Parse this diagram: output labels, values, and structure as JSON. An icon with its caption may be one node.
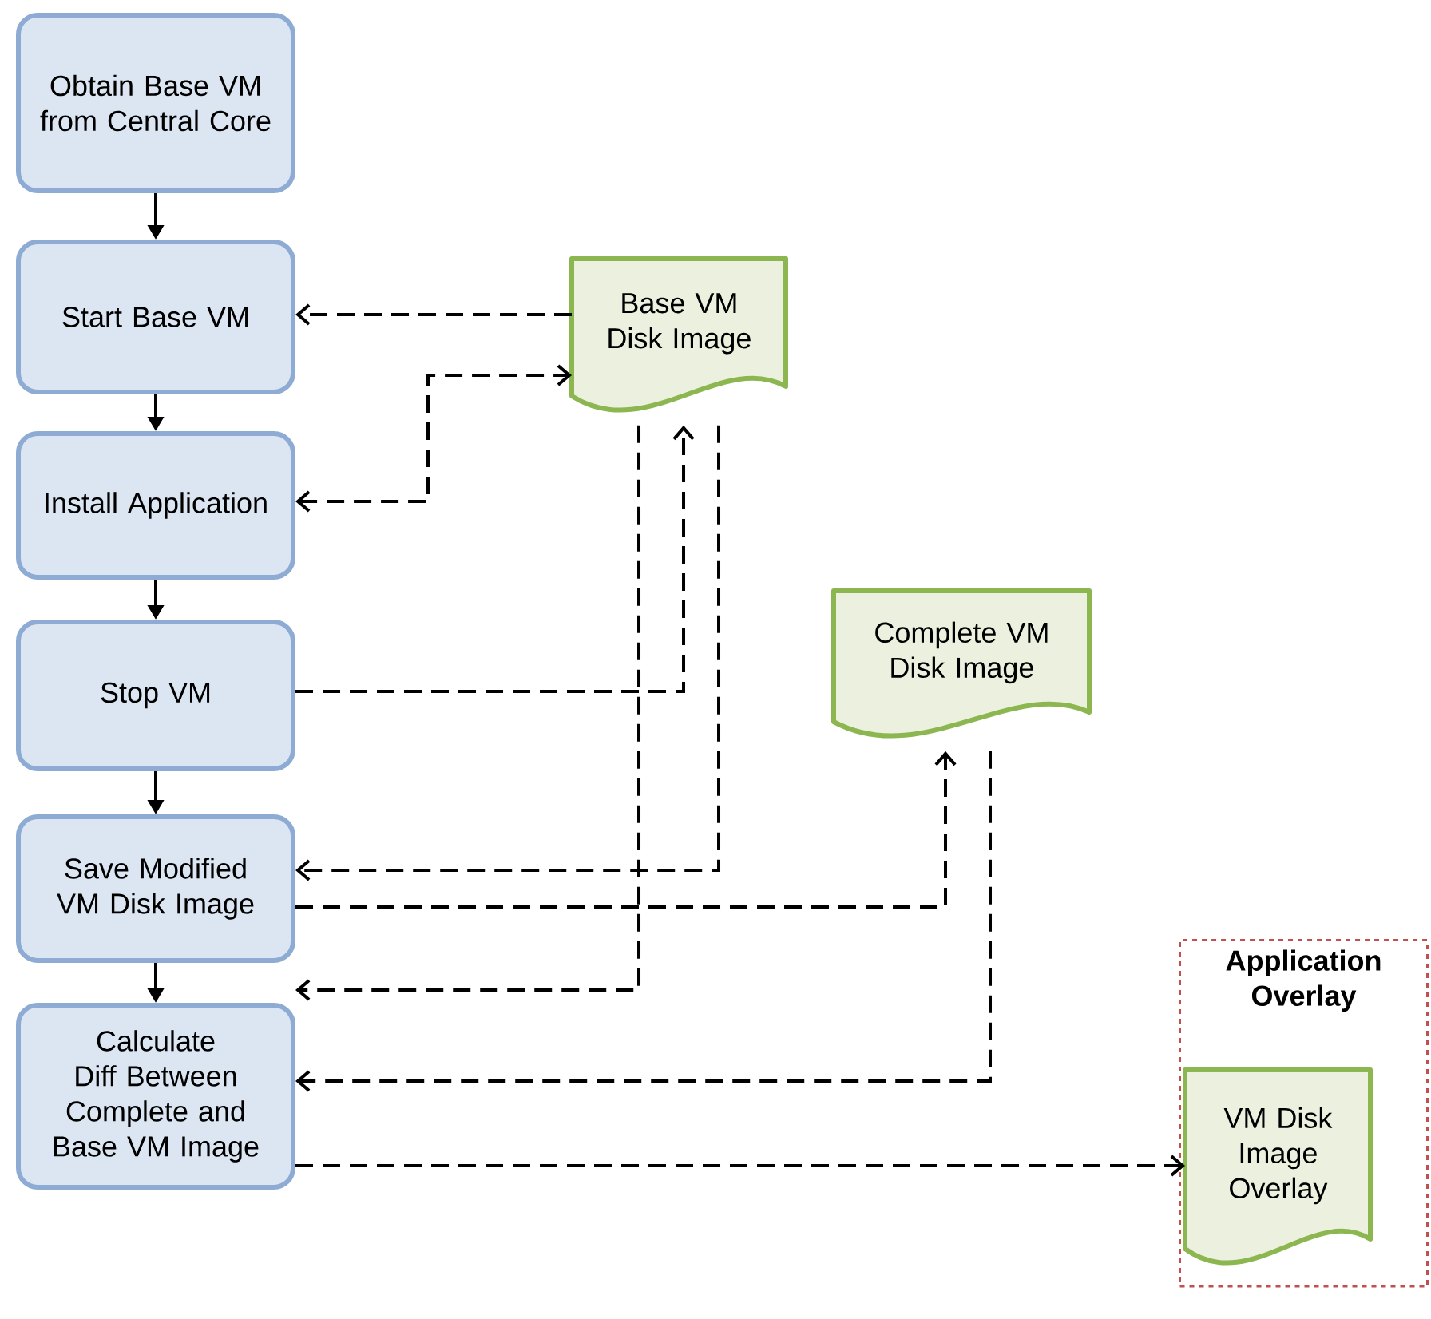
{
  "diagram": {
    "nodes": [
      {
        "text": [
          "Obtain Base VM from Central Core"
        ]
      },
      {
        "text": [
          "Start Base VM"
        ]
      },
      {
        "text": [
          "Install Application"
        ]
      },
      {
        "text": [
          "Stop VM"
        ]
      },
      {
        "text": [
          "Save Modified VM Disk Image"
        ]
      },
      {
        "text": [
          "Calculate Diff Between Complete and Base VM Image"
        ]
      },
      {
        "text": [
          "Base VM Disk Image"
        ]
      },
      {
        "text": [
          "Complete VM Disk Image"
        ]
      },
      {
        "text": [
          "Application Overlay"
        ]
      },
      {
        "text": [
          "VM Disk Image Overlay"
        ],
        "in": 8
      }
    ],
    "edges": [
      {
        "from": 0,
        "to": 1,
        "arrow": "to"
      },
      {
        "from": 1,
        "to": 2,
        "arrow": "to"
      },
      {
        "from": 2,
        "to": 3,
        "arrow": "to"
      },
      {
        "from": 3,
        "to": 4,
        "arrow": "to"
      },
      {
        "from": 4,
        "to": 5,
        "arrow": "to"
      },
      {
        "from": 6,
        "to": 1,
        "arrow": "to",
        "style": "dashed"
      },
      {
        "from": 2,
        "to": 6,
        "arrow": "both",
        "style": "dashed"
      },
      {
        "from": 3,
        "to": 6,
        "arrow": "to",
        "style": "dashed"
      },
      {
        "from": 6,
        "to": 4,
        "arrow": "to",
        "style": "dashed"
      },
      {
        "from": 4,
        "to": 7,
        "arrow": "to",
        "style": "dashed"
      },
      {
        "from": 6,
        "to": 5,
        "arrow": "to",
        "style": "dashed"
      },
      {
        "from": 7,
        "to": 5,
        "arrow": "to",
        "style": "dashed"
      },
      {
        "from": 5,
        "to": 9,
        "arrow": "to",
        "style": "dashed"
      }
    ]
  }
}
